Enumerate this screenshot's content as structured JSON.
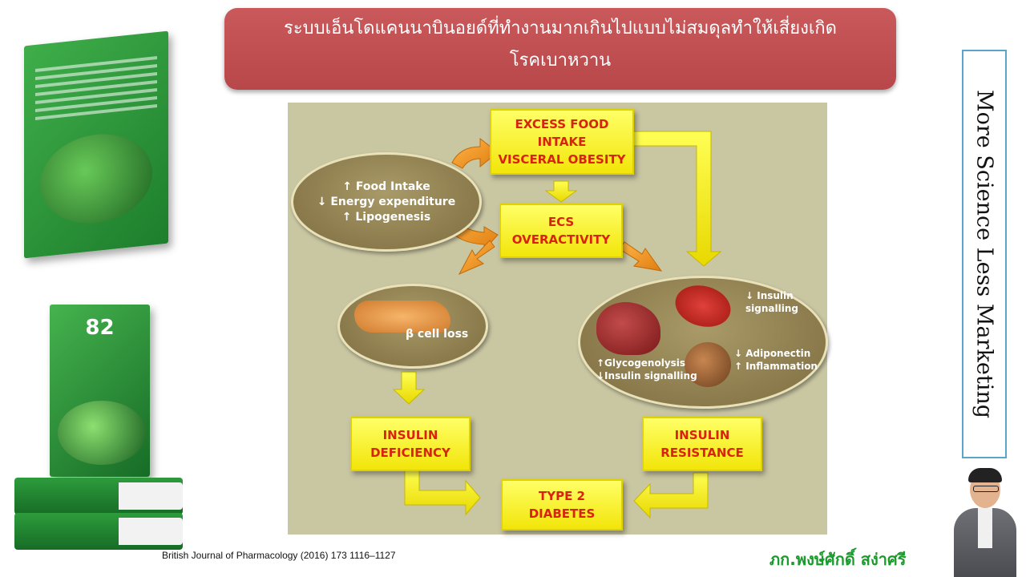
{
  "title": {
    "line1": "ระบบเอ็นโดแคนนาบินอยด์ที่ทำงานมากเกินไปแบบไม่สมดุลทำให้เสี่ยงเกิด",
    "line2": "โรคเบาหวาน"
  },
  "side_tagline": "More Science Less Marketing",
  "book": {
    "number": "82"
  },
  "diagram": {
    "box_excess": [
      "EXCESS FOOD",
      "INTAKE",
      "VISCERAL OBESITY"
    ],
    "box_ecs": [
      "ECS",
      "OVERACTIVITY"
    ],
    "box_deficiency": [
      "INSULIN",
      "DEFICIENCY"
    ],
    "box_resistance": [
      "INSULIN",
      "RESISTANCE"
    ],
    "box_diabetes": [
      "TYPE 2",
      "DIABETES"
    ],
    "oval_left": [
      "↑ Food Intake",
      "↓ Energy expenditure",
      "↑ Lipogenesis"
    ],
    "beta_label": "β cell loss",
    "organ_insulin_signalling": [
      "↓ Insulin",
      "signalling"
    ],
    "organ_liver": [
      "↑Glycogenolysis",
      "↓Insulin signalling"
    ],
    "organ_fat": [
      "↓ Adiponectin",
      "↑ Inflammation"
    ]
  },
  "citation": "British Journal of Pharmacology (2016) 173 1116–1127",
  "author": "ภก.พงษ์ศักดิ์ สง่าศรี",
  "colors": {
    "title_bg": "#c05052",
    "box_yellow": "#ffff33",
    "box_text": "#d9230f",
    "panel_bg": "#c9c6a2",
    "author_green": "#1a9b2c",
    "side_border": "#5aa5c9"
  }
}
